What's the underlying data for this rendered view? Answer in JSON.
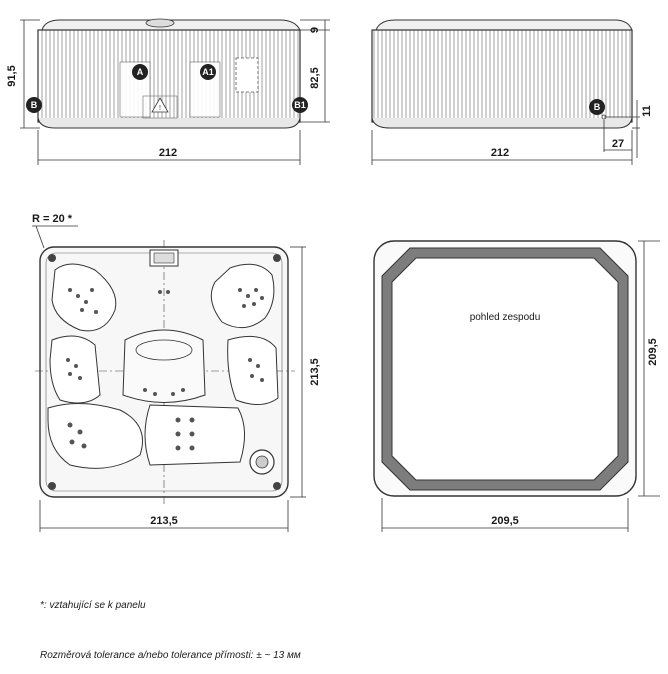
{
  "side_view_left": {
    "height_total": "91,5",
    "height_body": "82,5",
    "top_offset": "9",
    "width": "212",
    "labels": {
      "a": "A",
      "a1": "A1",
      "b_left": "B",
      "b_right": "B1"
    }
  },
  "side_view_right": {
    "width": "212",
    "label_b": "B",
    "dim_small_1": "11",
    "dim_small_2": "27"
  },
  "top_view": {
    "radius_note": "R = 20 *",
    "height": "213,5",
    "width": "213,5"
  },
  "bottom_view": {
    "title": "pohled zespodu",
    "height": "209,5",
    "width": "209,5"
  },
  "notes": {
    "panel_note": "*: vztahující se k panelu",
    "tolerance_note": "Rozměrová tolerance a/nebo tolerance přímosti: ± ~ 13 мм"
  }
}
